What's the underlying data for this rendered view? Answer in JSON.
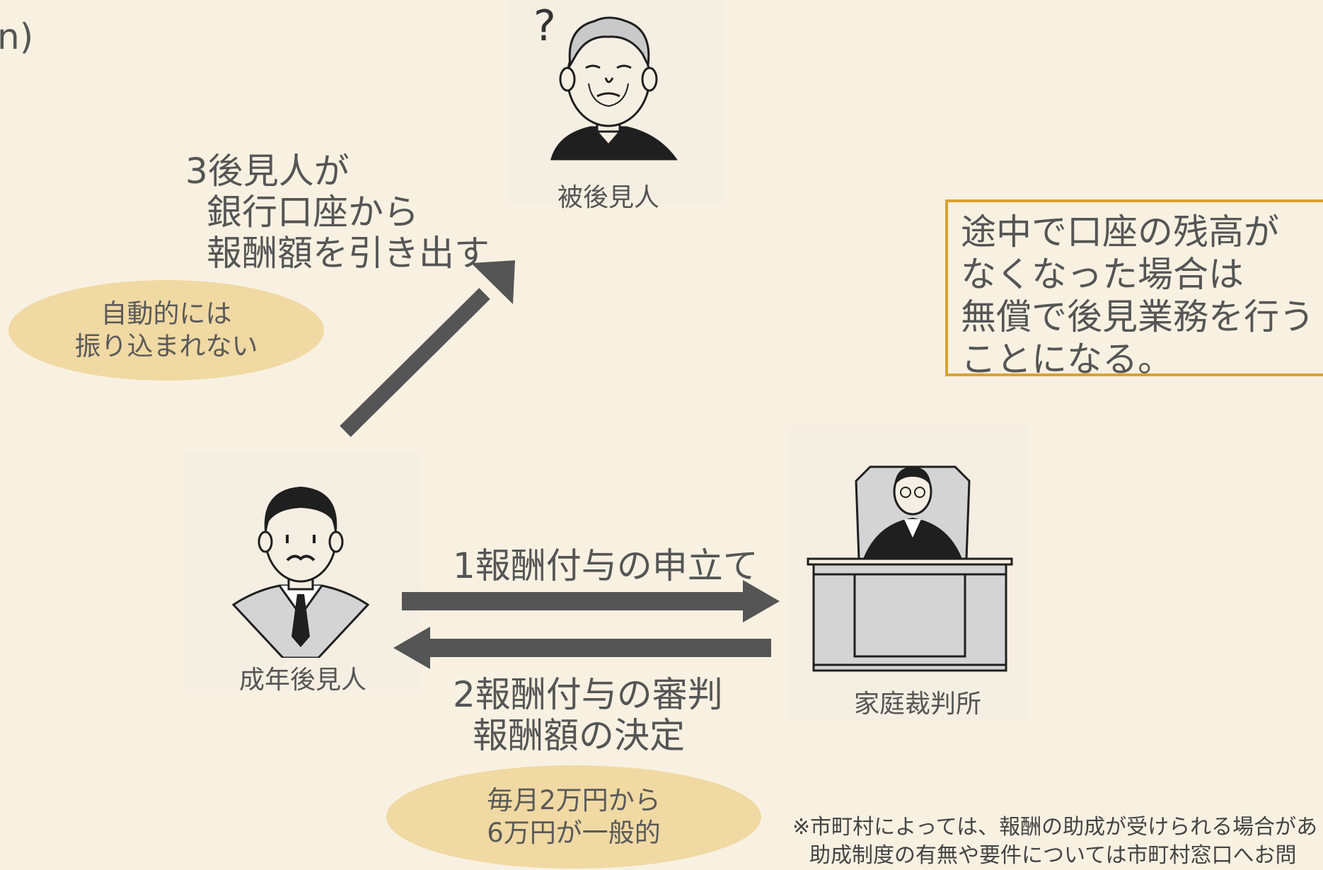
{
  "corner_fragment": "n)",
  "ward_label": "被後見人",
  "guardian_label": "成年後見人",
  "court_label": "家庭裁判所",
  "step3": {
    "line1": "3後見人が",
    "line2": "銀行口座から",
    "line3": "報酬額を引き出す"
  },
  "note_auto": {
    "line1": "自動的には",
    "line2": "振り込まれない"
  },
  "step1": "1報酬付与の申立て",
  "step2": {
    "line1": "2報酬付与の審判",
    "line2": "報酬額の決定"
  },
  "note_amount": {
    "line1": "毎月2万円から",
    "line2": "6万円が一般的"
  },
  "balance_note": {
    "line1": "途中で口座の残高が",
    "line2": "なくなった場合は",
    "line3": "無償で後見業務を行う",
    "line4": "ことになる。"
  },
  "footnote": {
    "line1": "※市町村によっては、報酬の助成が受けられる場合があ",
    "line2": "助成制度の有無や要件については市町村窓口へお問"
  },
  "question_mark": "?",
  "colors": {
    "background": "#f8f1e2",
    "ellipse": "#f0d9a3",
    "box_border": "#dba130",
    "arrow": "#555555"
  }
}
